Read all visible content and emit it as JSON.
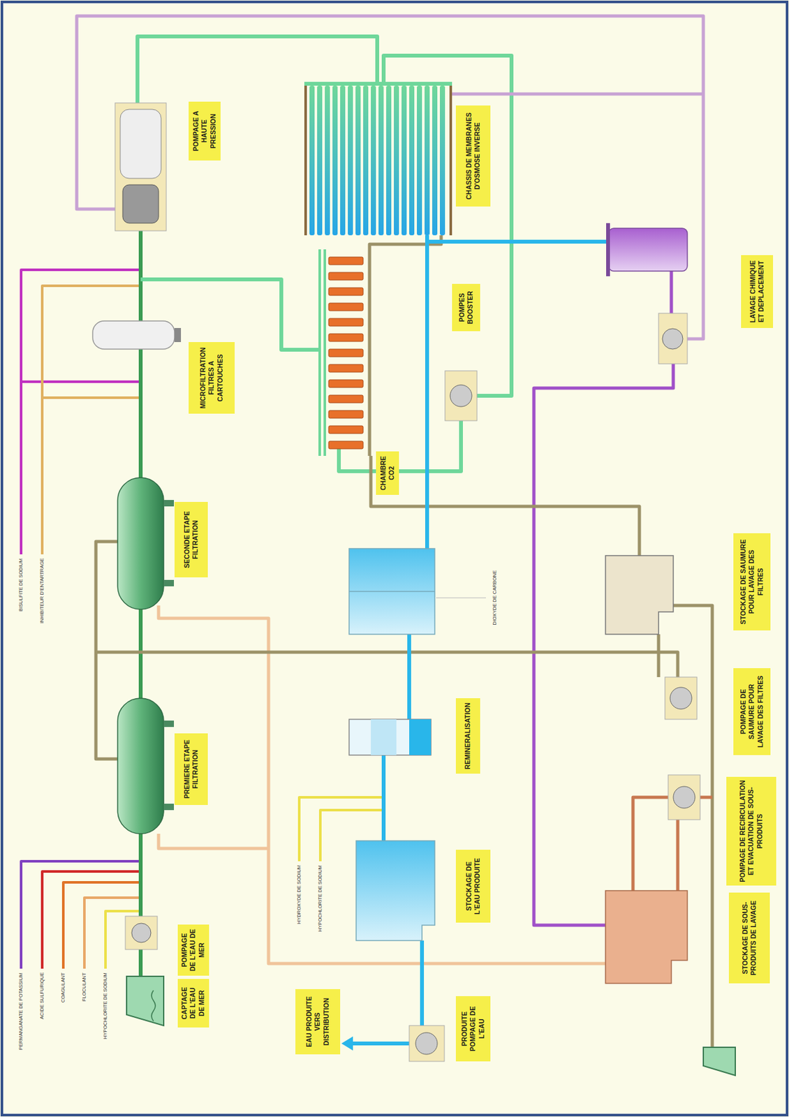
{
  "diagram": {
    "nodes": [
      {
        "text": [
          "CAPTAGE DE L'EAU DE MER"
        ]
      },
      {
        "text": [
          "POMPAGE DE L'EAU DE MER"
        ]
      },
      {
        "text": [
          "PREMIERE ETAPE FILTRATION"
        ]
      },
      {
        "text": [
          "SECONDE ETAPE FILTRATION"
        ]
      },
      {
        "text": [
          "MICROFILTRATION FILTRES A CARTOUCHES"
        ]
      },
      {
        "text": [
          "POMPAGE A HAUTE PRESSION"
        ]
      },
      {
        "text": [
          "CHASSIS DE MEMBRANES D'OSMOSE INVERSE"
        ]
      },
      {
        "text": [
          "POMPES BOOSTER"
        ]
      },
      {
        "text": [
          "LAVAGE CHIMIQUE ET DEPLACEMENT"
        ]
      },
      {
        "text": [
          "CHAMBRE CO2"
        ]
      },
      {
        "text": [
          "REMINERALISATION"
        ]
      },
      {
        "text": [
          "STOCKAGE DE L'EAU PRODUITE"
        ]
      },
      {
        "text": [
          "PRODUITE POMPAGE DE L'EAU"
        ]
      },
      {
        "text": [
          "EAU PRODUITE VERS DISTRIBUTION"
        ]
      },
      {
        "text": [
          "STOCKAGE DE SAUMURE POUR LAVAGE DES FILTRES"
        ]
      },
      {
        "text": [
          "POMPAGE DE SAUMURE POUR LAVAGE DES FILTRES"
        ]
      },
      {
        "text": [
          "POMPAGE DE RECIRCULATION ET EVACUATION DE SOUS-PRODUITS"
        ]
      },
      {
        "text": [
          "STOCKAGE DE SOUS-PRODUITS DE LAVAGE"
        ]
      }
    ],
    "labels": [
      "PERMANGANATE DE POTASSIUM",
      "ACIDE SULFURIQUE",
      "COAGULANT",
      "FLOCULANT",
      "HYPOCHLORITE DE SODIUM",
      "BISULFITE DE SODIUM",
      "INHIBITEUR D'ENTARTRAGE",
      "HYDROXYDE DE SODIUM",
      "HYPOCHLORITE DE SODIUM",
      "DIOXYDE DE CARBONE"
    ]
  }
}
